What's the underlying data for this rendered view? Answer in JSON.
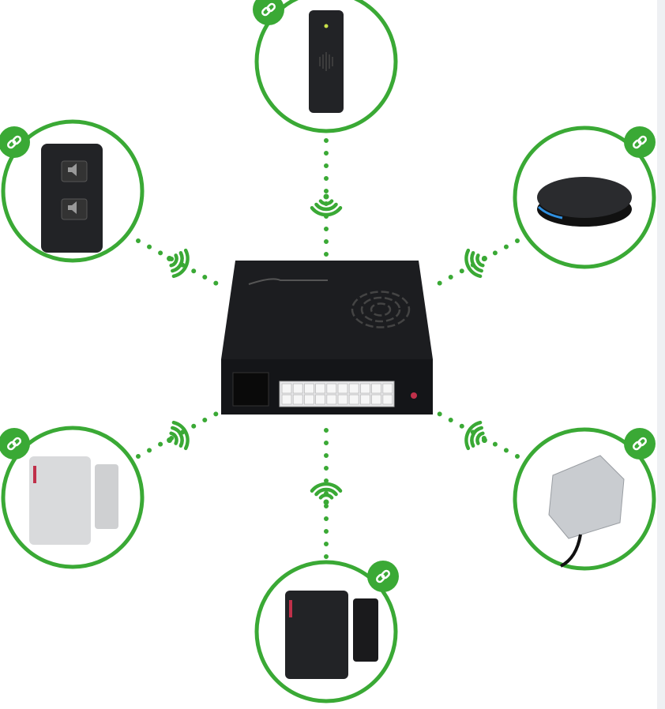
{
  "colors": {
    "accent": "#3aa935",
    "hub": "#1c1d20",
    "device_dark": "#222326",
    "device_light": "#d9dadc",
    "led_red": "#c0304a",
    "led_blue": "#2f8fe0"
  },
  "hub": {
    "icon": "alarm-control-unit"
  },
  "nodes": [
    {
      "id": "top",
      "icon": "siren-device",
      "badge": "link-icon"
    },
    {
      "id": "left-top",
      "icon": "remote-keyfob",
      "badge": "link-icon"
    },
    {
      "id": "right-top",
      "icon": "puck-sensor",
      "badge": "link-icon"
    },
    {
      "id": "left-bottom",
      "icon": "door-contact-white",
      "badge": "link-icon"
    },
    {
      "id": "right-bottom",
      "icon": "vibration-sensor",
      "badge": "link-icon"
    },
    {
      "id": "bottom",
      "icon": "door-contact-black",
      "badge": "link-icon"
    }
  ]
}
